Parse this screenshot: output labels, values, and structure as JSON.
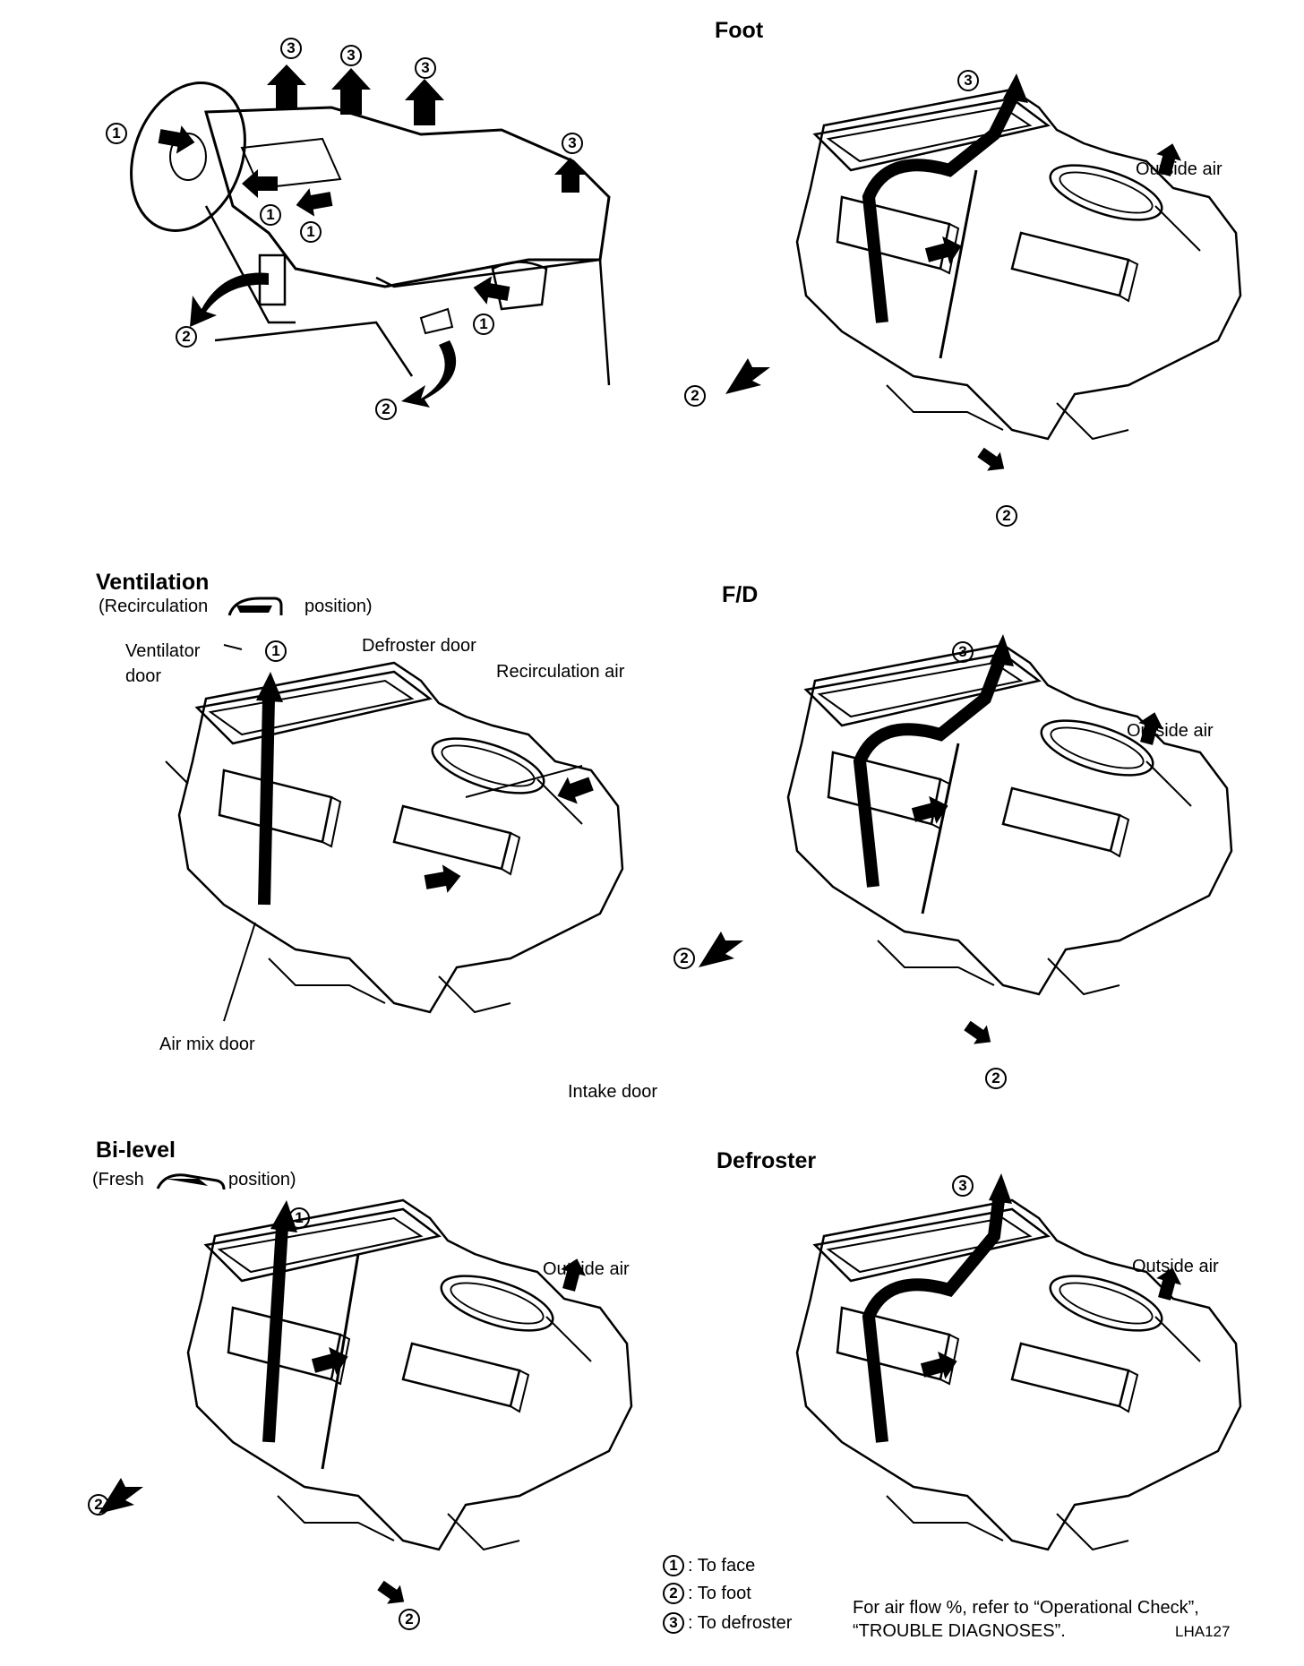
{
  "panels": {
    "foot": {
      "title": "Foot",
      "outside_air": "Outside air"
    },
    "ventilation": {
      "title": "Ventilation",
      "sub_prefix": "(Recirculation",
      "sub_suffix": "position)",
      "ventilator_door": "Ventilator\ndoor",
      "defroster_door": "Defroster door",
      "recirculation_air": "Recirculation air",
      "air_mix_door": "Air mix door",
      "intake_door": "Intake door"
    },
    "fd": {
      "title": "F/D",
      "outside_air": "Outside air"
    },
    "bilevel": {
      "title": "Bi-level",
      "sub_prefix": "(Fresh",
      "sub_suffix": "position)",
      "outside_air": "Outside air"
    },
    "defroster": {
      "title": "Defroster",
      "outside_air": "Outside air"
    }
  },
  "markers": {
    "one": "1",
    "two": "2",
    "three": "3"
  },
  "legend": [
    {
      "num": "1",
      "text": ": To face"
    },
    {
      "num": "2",
      "text": ": To foot"
    },
    {
      "num": "3",
      "text": ": To defroster"
    }
  ],
  "note": {
    "line1": "For air flow %, refer to “Operational Check”,",
    "line2": "“TROUBLE DIAGNOSES”."
  },
  "figure_code": "LHA127",
  "icons": [
    "recirculation-mode-icon",
    "fresh-air-mode-icon"
  ]
}
